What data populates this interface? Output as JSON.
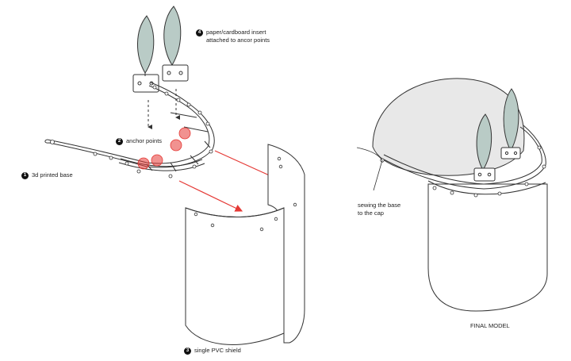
{
  "labels": {
    "step1": {
      "num": "1",
      "text": "3d printed base"
    },
    "step2": {
      "num": "2",
      "text": "anchor points"
    },
    "step3": {
      "num": "3",
      "text": "single PVC shield"
    },
    "step4": {
      "num": "4",
      "line1": "paper/cardboard insert",
      "line2": "attached to ancor points"
    },
    "sewing": {
      "line1": "sewing the base",
      "line2": "to the cap"
    },
    "final": "FINAL MODEL"
  },
  "colors": {
    "line": "#333333",
    "ear_fill": "#b9cbc6",
    "cap_fill": "#e8e8e8",
    "arrow": "#e53935",
    "anchor": "#e53935"
  }
}
